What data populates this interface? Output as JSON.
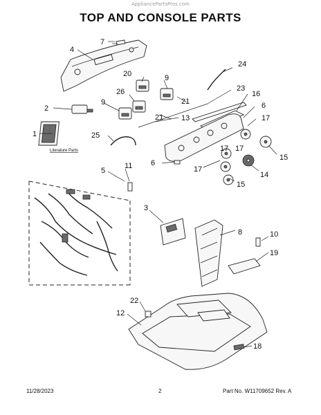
{
  "watermark": "AppliancePartsPros.com",
  "title": "TOP AND CONSOLE PARTS",
  "literature_label": "Literature Parts",
  "callouts": {
    "c1": "1",
    "c2": "2",
    "c3": "3",
    "c4": "4",
    "c5": "5",
    "c6a": "6",
    "c6b": "6",
    "c7": "7",
    "c8": "8",
    "c9a": "9",
    "c9b": "9",
    "c10": "10",
    "c11": "11",
    "c12": "12",
    "c13": "13",
    "c14": "14",
    "c15a": "15",
    "c15b": "15",
    "c16": "16",
    "c17a": "17",
    "c17b": "17",
    "c17c": "17",
    "c17d": "17",
    "c18": "18",
    "c19": "19",
    "c20": "20",
    "c21a": "21",
    "c21b": "21",
    "c22": "22",
    "c23": "23",
    "c24": "24",
    "c25": "25",
    "c26": "26"
  },
  "footer": {
    "date": "11/28/2023",
    "page": "2",
    "part_no": "Part No.  W11709652  Rev. A"
  }
}
